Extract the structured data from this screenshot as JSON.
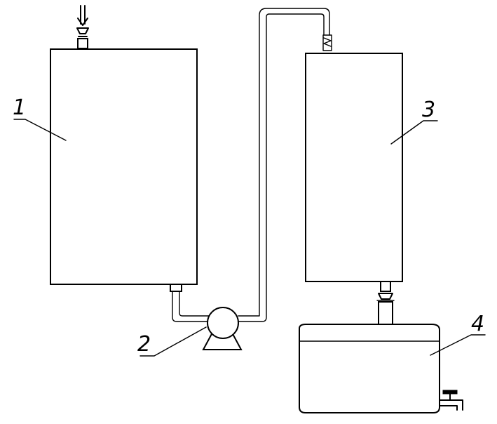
{
  "labels": {
    "tank1": "1",
    "pump2": "2",
    "tank3": "3",
    "tank4": "4"
  },
  "colors": {
    "ink": "#000000",
    "background": "#ffffff"
  },
  "icons": {
    "inlet": "inlet-arrow-icon",
    "outlet": "faucet-icon"
  }
}
